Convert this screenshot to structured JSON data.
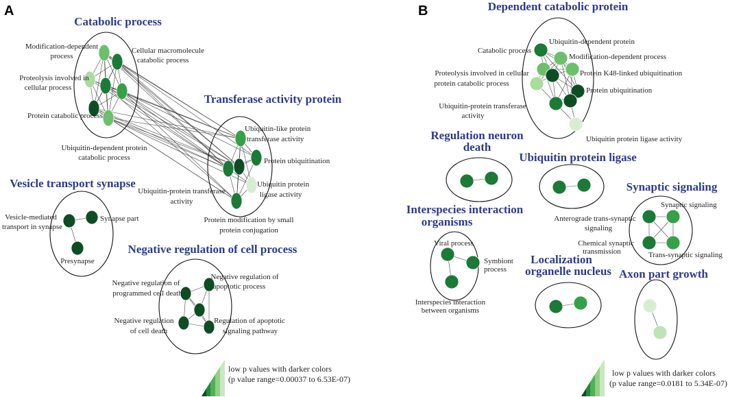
{
  "panels": {
    "a": {
      "letter": "A",
      "clusters": {
        "catabolic": {
          "title": "Catabolic process",
          "labels": [
            "Modification-dependent",
            "process",
            "Cellular macromolecule",
            "catabolic process",
            "Proteolysis involved in",
            "cellular process",
            "Protein catabolic process",
            "Ubiquitin-dependent protein",
            "catabolic process"
          ]
        },
        "transferase": {
          "title": "Transferase activity protein",
          "labels": [
            "Ubiquitin-like protein",
            "transferase activity",
            "Protein ubiquitination",
            "Ubiquitin protein",
            "ligase activity",
            "Ubiquitin-protein transferase",
            "activity",
            "Protein modification by small",
            "protein conjugation"
          ]
        },
        "vesicle": {
          "title": "Vesicle transport synapse",
          "labels": [
            "Vesicle-mediated",
            "transport in synapse",
            "Synapse part",
            "Presynapse"
          ]
        },
        "negative": {
          "title": "Negative regulation of cell process",
          "labels": [
            "Negative regulation of",
            "programmed cell death",
            "Negative regulation of",
            "apoptotic process",
            "Negative regulation",
            "of cell death",
            "Regulation of apoptotic",
            "signaling pathway"
          ]
        }
      },
      "legend": {
        "line1": "low p values with darker colors",
        "line2": "(p value range=0.00037 to 6.53E-07)"
      }
    },
    "b": {
      "letter": "B",
      "clusters": {
        "dependent": {
          "title": "Dependent catabolic protein",
          "labels": [
            "Ubiquitin-dependent protein",
            "Catabolic process",
            "Modification-dependent process",
            "Proteolysis involved in cellular",
            "Protein K48-linked ubiquitination",
            "protein catabolic process",
            "Protein ubiquitination",
            "Ubiquitin-protein transferase",
            "activity",
            "Ubiquitin protein ligase activity"
          ]
        },
        "neuron": {
          "title_line1": "Regulation neuron",
          "title_line2": "death"
        },
        "ligase": {
          "title": "Ubiquitin protein ligase",
          "labels": [
            "Anterograde trans-synaptic",
            "signaling"
          ]
        },
        "synaptic": {
          "title": "Synaptic signaling",
          "labels": [
            "Synaptic signaling",
            "Chemical synaptic",
            "transmission",
            "Trans-synaptic signaling"
          ]
        },
        "interspecies": {
          "title_line1": "Interspecies interaction",
          "title_line2": "organisms",
          "labels": [
            "Viral process",
            "Symbiont",
            "process",
            "Interspecies interaction",
            "between organisms"
          ]
        },
        "localization": {
          "title_line1": "Localization",
          "title_line2": "organelle nucleus"
        },
        "axon": {
          "title": "Axon part growth"
        }
      },
      "legend": {
        "line1": "low p values with darker colors",
        "line2": "(p value range=0.0181 to 5.34E-07)"
      }
    }
  },
  "colors": {
    "title": "#2b3a8f",
    "dark": "#0e4d23",
    "mid_dark": "#1a7a36",
    "mid": "#35a048",
    "light": "#6cc06b",
    "pale": "#a9dc9d",
    "very_pale": "#d6eed0"
  }
}
